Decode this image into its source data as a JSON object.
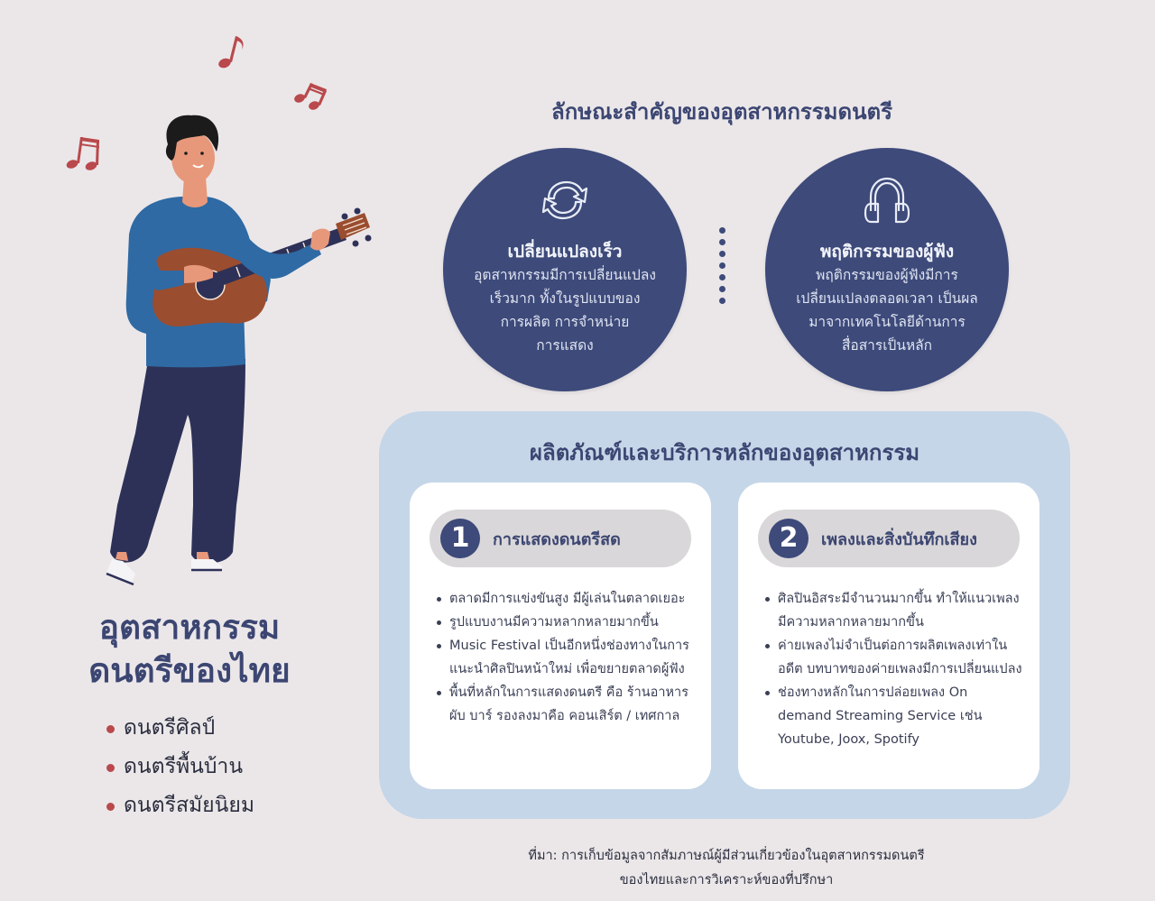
{
  "colors": {
    "background": "#ebe7e9",
    "navy": "#3d4a7a",
    "title_text": "#3c4672",
    "panel": "#c5d6e8",
    "pill": "#d9d7d9",
    "accent_red": "#b9494c",
    "shirt_blue": "#2f6aa4",
    "pants_navy": "#2e3157",
    "guitar_brown": "#9b4d2f",
    "skin": "#e8987a",
    "hair": "#1b1b1b"
  },
  "illustration": {
    "subject": "person playing guitar",
    "icons": [
      "music-note-icon",
      "music-note-icon",
      "double-music-note-icon"
    ]
  },
  "left": {
    "title_line1": "อุตสาหกรรม",
    "title_line2": "ดนตรีของไทย",
    "genres": [
      "ดนตรีศิลป์",
      "ดนตรีพื้นบ้าน",
      "ดนตรีสมัยนิยม"
    ]
  },
  "characteristics": {
    "title": "ลักษณะสำคัญของอุตสาหกรรมดนตรี",
    "items": [
      {
        "icon": "refresh-arrows-icon",
        "title": "เปลี่ยนแปลงเร็ว",
        "lines": [
          "อุตสาหกรรมมีการเปลี่ยนแปลง",
          "เร็วมาก ทั้งในรูปแบบของ",
          "การผลิต การจำหน่าย",
          "การแสดง"
        ]
      },
      {
        "icon": "headphones-icon",
        "title": "พฤติกรรมของผู้ฟัง",
        "lines": [
          "พฤติกรรมของผู้ฟังมีการ",
          "เปลี่ยนแปลงตลอดเวลา เป็นผล",
          "มาจากเทคโนโลยีด้านการ",
          "สื่อสารเป็นหลัก"
        ]
      }
    ]
  },
  "products": {
    "title": "ผลิตภัณฑ์และบริการหลักของอุตสาหกรรม",
    "cards": [
      {
        "number": "1",
        "label": "การแสดงดนตรีสด",
        "bullets": [
          "ตลาดมีการแข่งขันสูง มีผู้เล่นในตลาดเยอะ",
          "รูปแบบงานมีความหลากหลายมากขึ้น",
          "Music Festival เป็นอีกหนึ่งช่องทางในการแนะนำศิลปินหน้าใหม่ เพื่อขยายตลาดผู้ฟัง",
          "พื้นที่หลักในการแสดงดนตรี คือ ร้านอาหาร ผับ บาร์ รองลงมาคือ คอนเสิร์ต / เทศกาล"
        ]
      },
      {
        "number": "2",
        "label": "เพลงและสิ่งบันทึกเสียง",
        "bullets": [
          "ศิลปินอิสระมีจำนวนมากขึ้น ทำให้แนวเพลงมีความหลากหลายมากขึ้น",
          "ค่ายเพลงไม่จำเป็นต่อการผลิตเพลงเท่าในอดีต บทบาทของค่ายเพลงมีการเปลี่ยนแปลง",
          "ช่องทางหลักในการปล่อยเพลง On demand Streaming Service เช่น Youtube, Joox, Spotify"
        ]
      }
    ]
  },
  "source": {
    "line1": "ที่มา: การเก็บข้อมูลจากสัมภาษณ์ผู้มีส่วนเกี่ยวข้องในอุตสาหกรรมดนตรี",
    "line2": "ของไทยและการวิเคราะห์ของที่ปรึกษา"
  }
}
